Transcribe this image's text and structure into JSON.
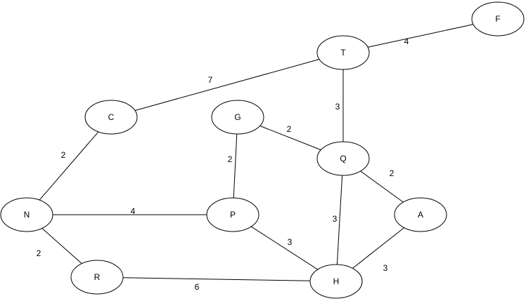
{
  "diagram": {
    "type": "weighted-undirected-graph",
    "colors": {
      "node_fill": "#ffffff",
      "stroke": "#000000",
      "text": "#000000",
      "background": "#ffffff"
    },
    "nodes": [
      {
        "id": "F",
        "label": "F"
      },
      {
        "id": "T",
        "label": "T"
      },
      {
        "id": "C",
        "label": "C"
      },
      {
        "id": "G",
        "label": "G"
      },
      {
        "id": "Q",
        "label": "Q"
      },
      {
        "id": "N",
        "label": "N"
      },
      {
        "id": "P",
        "label": "P"
      },
      {
        "id": "A",
        "label": "A"
      },
      {
        "id": "R",
        "label": "R"
      },
      {
        "id": "H",
        "label": "H"
      }
    ],
    "edges": [
      {
        "from": "T",
        "to": "F",
        "weight": "4"
      },
      {
        "from": "C",
        "to": "T",
        "weight": "7"
      },
      {
        "from": "T",
        "to": "Q",
        "weight": "3"
      },
      {
        "from": "G",
        "to": "Q",
        "weight": "2"
      },
      {
        "from": "C",
        "to": "N",
        "weight": "2"
      },
      {
        "from": "G",
        "to": "P",
        "weight": "2"
      },
      {
        "from": "Q",
        "to": "A",
        "weight": "2"
      },
      {
        "from": "N",
        "to": "P",
        "weight": "4"
      },
      {
        "from": "Q",
        "to": "H",
        "weight": "3"
      },
      {
        "from": "P",
        "to": "H",
        "weight": "3"
      },
      {
        "from": "N",
        "to": "R",
        "weight": "2"
      },
      {
        "from": "A",
        "to": "H",
        "weight": "3"
      },
      {
        "from": "R",
        "to": "H",
        "weight": "6"
      }
    ]
  }
}
